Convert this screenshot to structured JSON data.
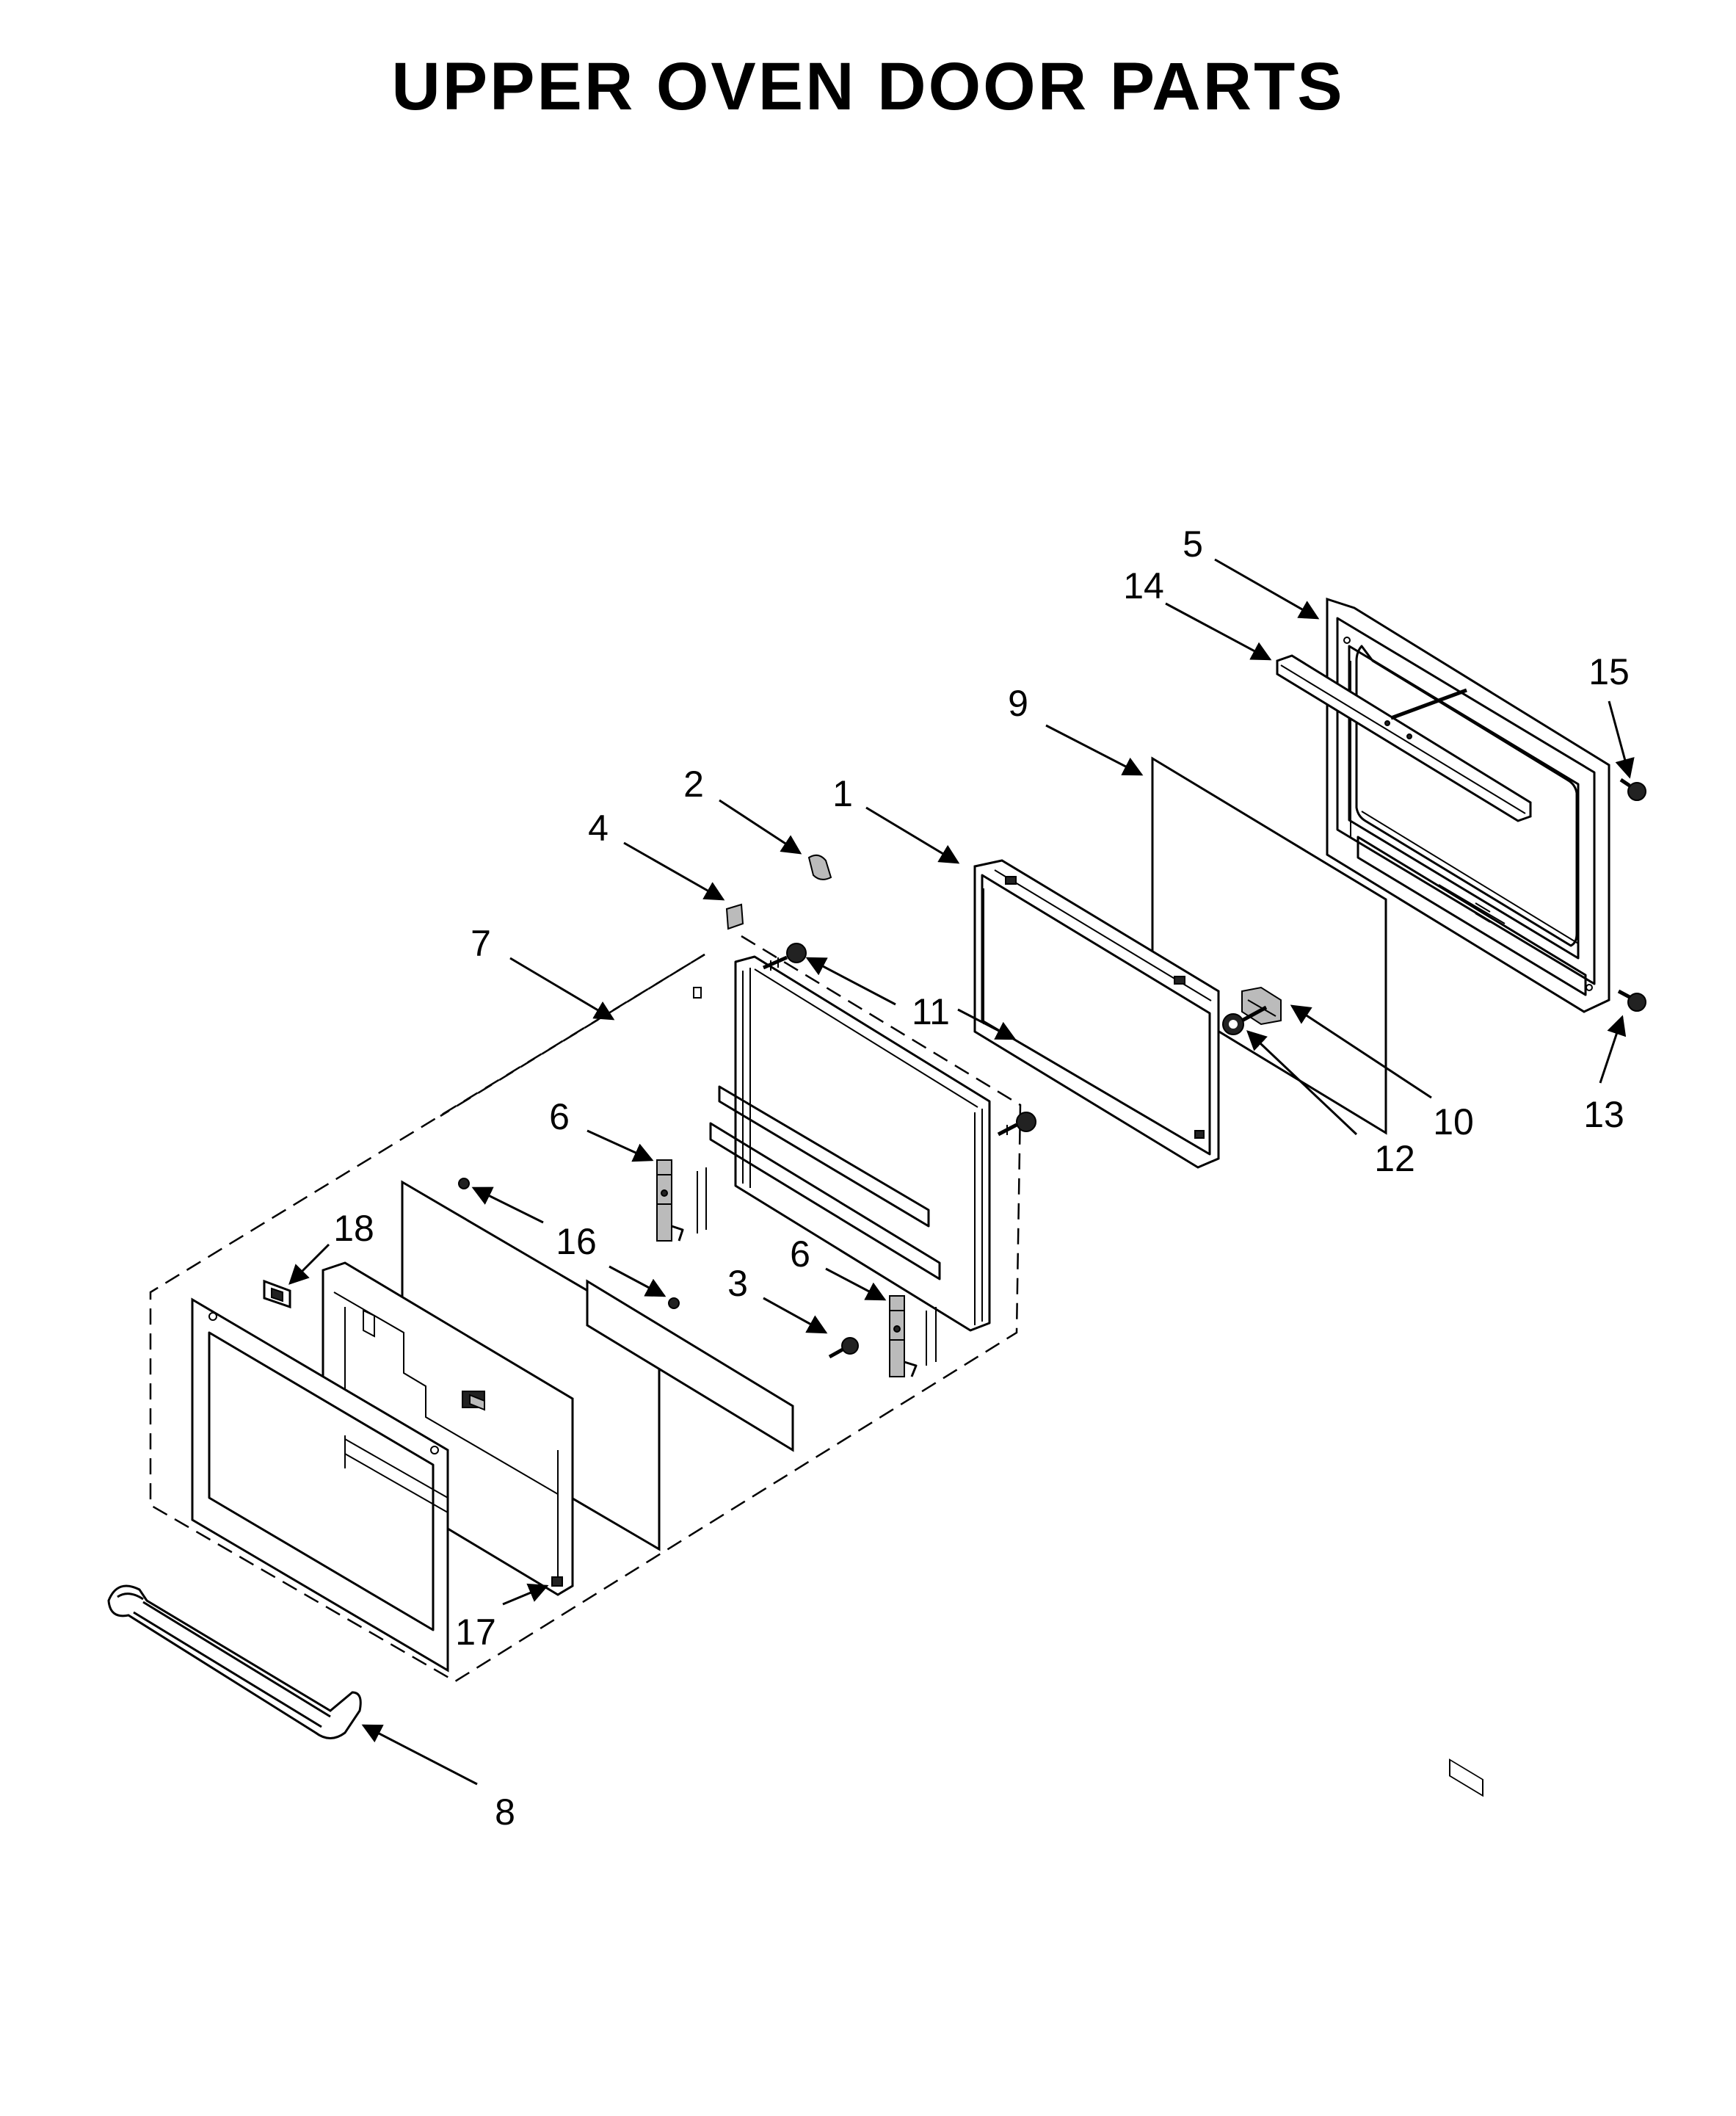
{
  "title": "UPPER OVEN DOOR PARTS",
  "callouts": [
    {
      "id": "c1",
      "label": "1"
    },
    {
      "id": "c2",
      "label": "2"
    },
    {
      "id": "c3",
      "label": "3"
    },
    {
      "id": "c4",
      "label": "4"
    },
    {
      "id": "c5",
      "label": "5"
    },
    {
      "id": "c6a",
      "label": "6"
    },
    {
      "id": "c6b",
      "label": "6"
    },
    {
      "id": "c7",
      "label": "7"
    },
    {
      "id": "c8",
      "label": "8"
    },
    {
      "id": "c9",
      "label": "9"
    },
    {
      "id": "c10",
      "label": "10"
    },
    {
      "id": "c11",
      "label": "11"
    },
    {
      "id": "c12",
      "label": "12"
    },
    {
      "id": "c13",
      "label": "13"
    },
    {
      "id": "c14",
      "label": "14"
    },
    {
      "id": "c15",
      "label": "15"
    },
    {
      "id": "c16",
      "label": "16"
    },
    {
      "id": "c17",
      "label": "17"
    },
    {
      "id": "c18",
      "label": "18"
    }
  ]
}
